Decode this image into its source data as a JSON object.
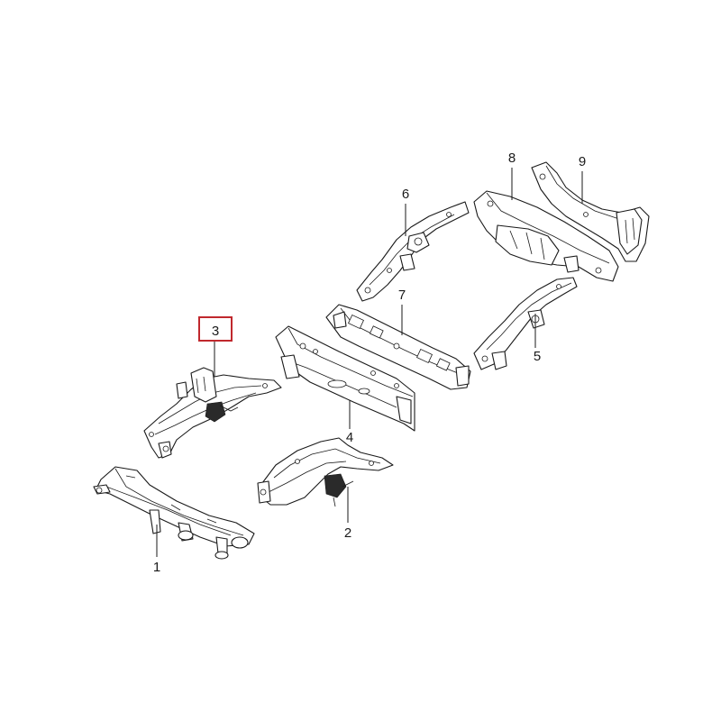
{
  "callouts": [
    {
      "id": "1",
      "label": "1"
    },
    {
      "id": "2",
      "label": "2"
    },
    {
      "id": "3",
      "label": "3",
      "highlighted": true
    },
    {
      "id": "4",
      "label": "4"
    },
    {
      "id": "5",
      "label": "5"
    },
    {
      "id": "6",
      "label": "6"
    },
    {
      "id": "7",
      "label": "7"
    },
    {
      "id": "8",
      "label": "8"
    },
    {
      "id": "9",
      "label": "9"
    }
  ],
  "colors": {
    "background": "#ffffff",
    "line": "#1a1a1a",
    "highlight": "#c0282d"
  }
}
